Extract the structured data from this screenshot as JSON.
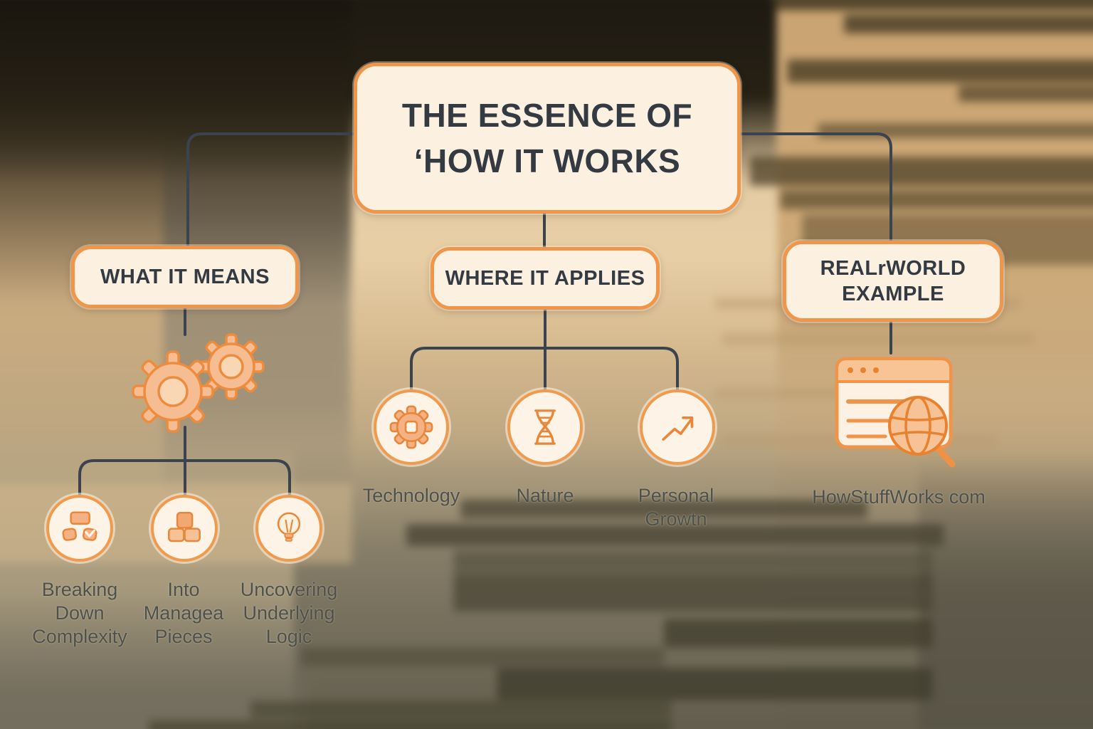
{
  "title": {
    "line1": "THE ESSENCE OF",
    "line2": "‘HOW IT WORKS"
  },
  "branches": [
    {
      "label": "WHAT IT MEANS",
      "icon": "gears-icon",
      "items": [
        {
          "icon": "breakdown-flowchart-icon",
          "label": "Breaking Down Complexity"
        },
        {
          "icon": "building-blocks-icon",
          "label": "Into Managea Pieces"
        },
        {
          "icon": "lightbulb-icon",
          "label": "Uncovering Underlying Logic"
        }
      ]
    },
    {
      "label": "WHERE IT APPLIES",
      "items": [
        {
          "icon": "gear-icon",
          "label": "Technology"
        },
        {
          "icon": "dna-icon",
          "label": "Nature"
        },
        {
          "icon": "trending-up-arrow-icon",
          "label": "Personal Growtn"
        }
      ]
    },
    {
      "label": "REALrWORLD EXAMPLE",
      "items": [
        {
          "icon": "browser-globe-icon",
          "label": "HowStuffWorks com"
        }
      ]
    }
  ],
  "colors": {
    "accent_orange": "#f0964a",
    "icon_fill": "#f4b284",
    "box_fill": "#fcf0e1",
    "connector": "#3a434e",
    "heading_text": "#343a42",
    "label_text": "#4d504b"
  }
}
